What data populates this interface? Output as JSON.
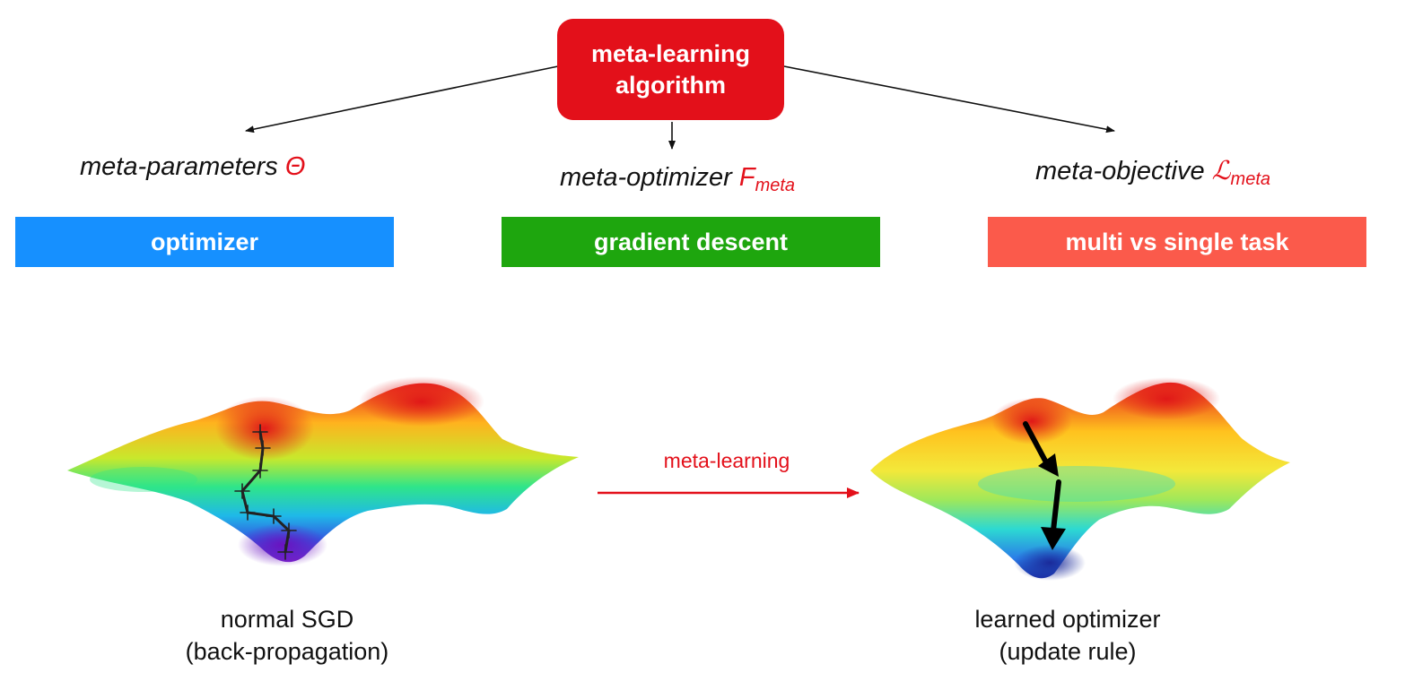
{
  "root": {
    "line1": "meta-learning",
    "line2": "algorithm",
    "color": "#e3101a"
  },
  "branches": [
    {
      "heading": "meta-parameters",
      "symbol": "Θ",
      "subscript": "",
      "banner": "optimizer",
      "banner_color": "#1690ff"
    },
    {
      "heading": "meta-optimizer",
      "symbol": "F",
      "subscript": "meta",
      "banner": "gradient descent",
      "banner_color": "#1ea60e"
    },
    {
      "heading": "meta-objective",
      "symbol": "ℒ",
      "subscript": "meta",
      "banner": "multi vs single task",
      "banner_color": "#fb5a4b"
    }
  ],
  "bottom": {
    "left_caption": [
      "normal SGD",
      "(back-propagation)"
    ],
    "transition_label": "meta-learning",
    "right_caption": [
      "learned optimizer",
      "(update rule)"
    ]
  }
}
